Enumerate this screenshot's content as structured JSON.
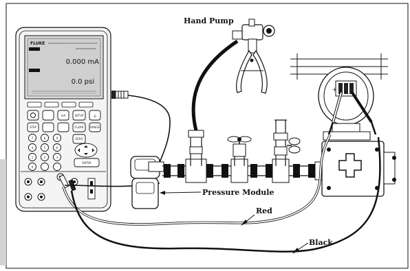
{
  "labels": {
    "hand_pump": "Hand Pump",
    "pressure_module": "Pressure Module",
    "red": "Red",
    "black": "Black"
  },
  "calibrator": {
    "brand": "FLUKE",
    "reading_ma": "0.000 mA",
    "reading_psi": "0.0 psi",
    "keys": {
      "ma": "mA",
      "setup": "SETUP",
      "ohm": "Ω",
      "step": "STEP",
      "range": "RANGE",
      "enter": "ENTER",
      "zero": "ZERO",
      "clear": "CLEAR"
    },
    "digits": [
      "7",
      "8",
      "9",
      "4",
      "5",
      "6",
      "1",
      "2",
      "3",
      "0",
      ".",
      "-"
    ]
  },
  "colors": {
    "line": "#111111",
    "gray_tab": "#d4d4d4",
    "screen": "#cfcfcf"
  }
}
